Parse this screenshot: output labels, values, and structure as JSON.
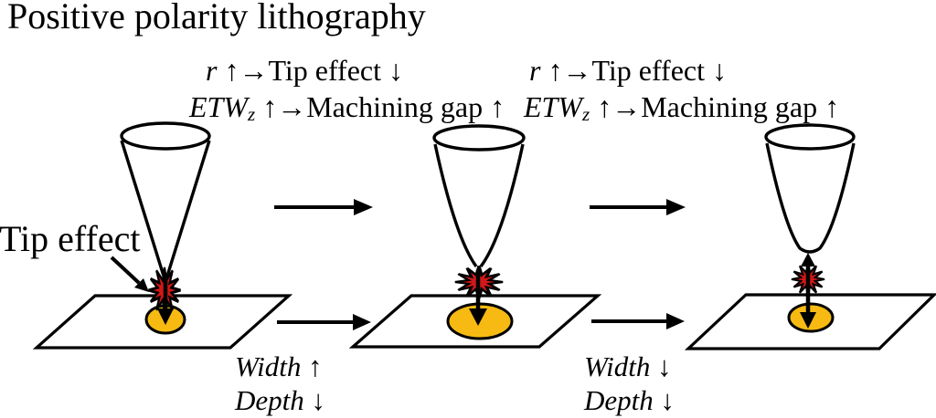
{
  "title": "Positive polarity lithography",
  "tip_effect_label": "Tip effect",
  "top_annotations": [
    {
      "r_var": "r",
      "r_rest": " ↑→Tip effect ↓",
      "etw_var": "ETW",
      "etw_sub": "z",
      "etw_rest": " ↑→Machining gap ↑"
    },
    {
      "r_var": "r",
      "r_rest": " ↑→Tip effect ↓",
      "etw_var": "ETW",
      "etw_sub": "z",
      "etw_rest": " ↑→Machining gap ↑"
    }
  ],
  "bottom_annotations": [
    {
      "line1": "Width ↑",
      "line2": "Depth ↓"
    },
    {
      "line1": "Width ↓",
      "line2": "Depth ↓"
    }
  ],
  "colors": {
    "spark": "#d11818",
    "crater": "#f6ba12",
    "ink": "#000000",
    "background": "#ffffff"
  }
}
